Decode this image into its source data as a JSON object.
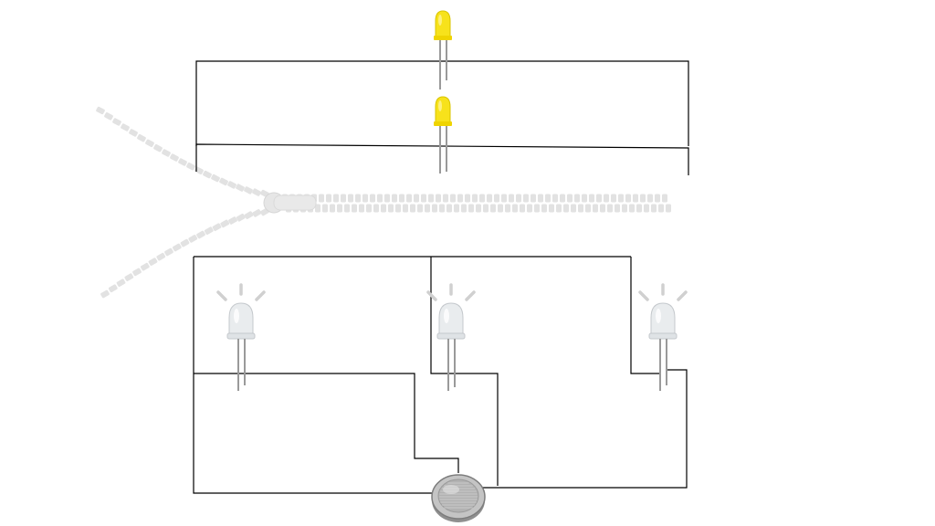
{
  "colors": {
    "background": "#ffffff",
    "wire": "#000000",
    "led_yellow": "#f7e21b",
    "led_yellow_shade": "#d9c400",
    "led_clear": "#e9ecee",
    "led_rays": "#d0d0d0",
    "leads": "#9a9a9a",
    "zipper": "#e2e2e2",
    "battery": "#b8b8b8"
  },
  "icons": {
    "yellow_led": "yellow-led-icon",
    "clear_led": "clear-led-icon",
    "battery": "coin-cell-battery-icon",
    "zipper": "zipper-icon"
  },
  "components": {
    "yellow_led_count": 2,
    "clear_led_count": 3,
    "battery_count": 1
  }
}
